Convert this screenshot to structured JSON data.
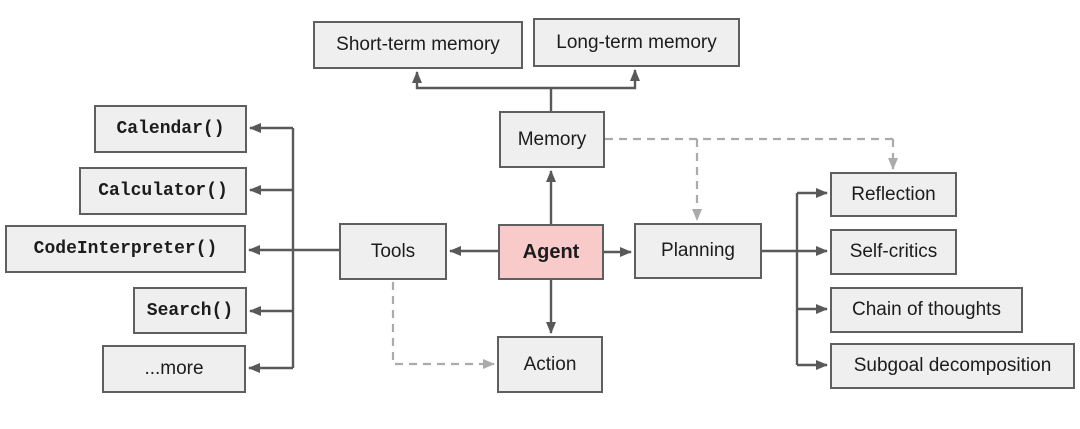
{
  "colors": {
    "node_fill": "#efefef",
    "node_border": "#5f5f5f",
    "agent_fill": "#f8caca",
    "solid_line": "#595959",
    "dashed_line": "#ababab",
    "text": "#1c1c1c"
  },
  "nodes": {
    "short_term_memory": {
      "label": "Short-term memory"
    },
    "long_term_memory": {
      "label": "Long-term memory"
    },
    "memory": {
      "label": "Memory"
    },
    "tools": {
      "label": "Tools"
    },
    "agent": {
      "label": "Agent"
    },
    "planning": {
      "label": "Planning"
    },
    "action": {
      "label": "Action"
    },
    "calendar": {
      "label": "Calendar()"
    },
    "calculator": {
      "label": "Calculator()"
    },
    "code_interpreter": {
      "label": "CodeInterpreter()"
    },
    "search": {
      "label": "Search()"
    },
    "more": {
      "label": "...more"
    },
    "reflection": {
      "label": "Reflection"
    },
    "self_critics": {
      "label": "Self-critics"
    },
    "chain_of_thoughts": {
      "label": "Chain of thoughts"
    },
    "subgoal_decomposition": {
      "label": "Subgoal decomposition"
    }
  }
}
